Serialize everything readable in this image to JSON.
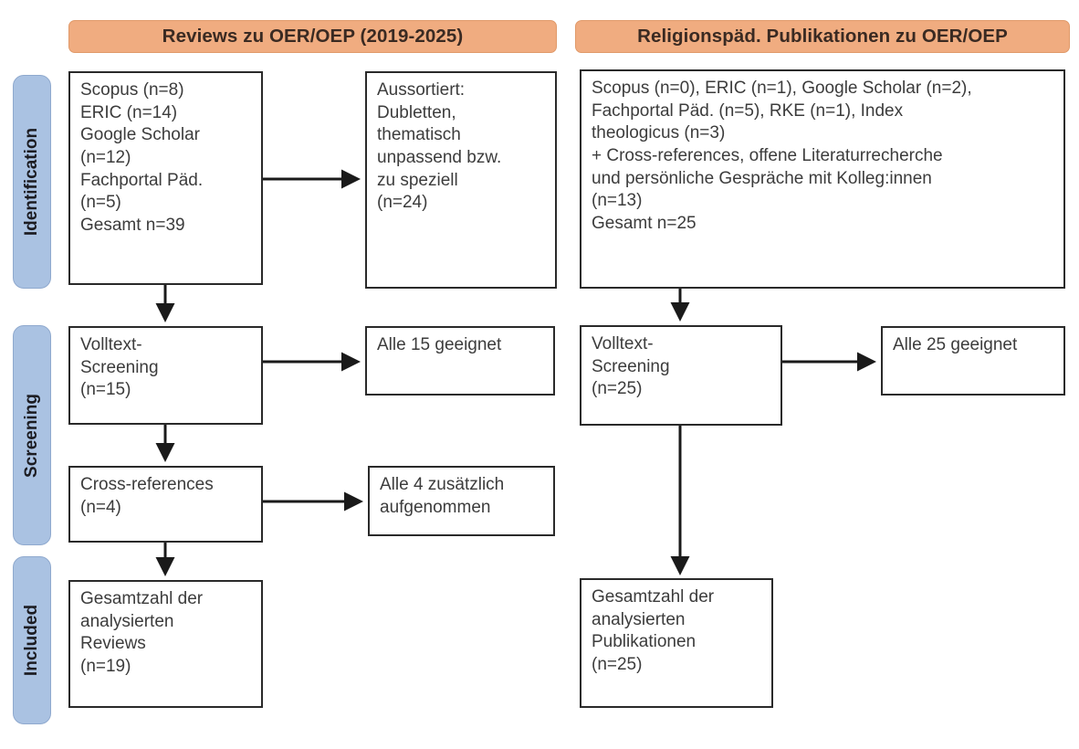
{
  "columns": {
    "left_header": "Reviews zu OER/OEP (2019-2025)",
    "right_header": "Religionspäd. Publikationen zu OER/OEP"
  },
  "stages": [
    {
      "key": "identification",
      "label": "Identification"
    },
    {
      "key": "screening",
      "label": "Screening"
    },
    {
      "key": "included",
      "label": "Included"
    }
  ],
  "boxes": {
    "sources_left": "Scopus (n=8)\nERIC (n=14)\nGoogle Scholar\n(n=12)\nFachportal Päd.\n(n=5)\nGesamt n=39",
    "excluded_left": "Aussortiert:\nDubletten,\nthematisch\nunpassend bzw.\nzu speziell\n(n=24)",
    "sources_right": "Scopus (n=0), ERIC (n=1), Google Scholar (n=2),\nFachportal Päd. (n=5), RKE (n=1), Index\ntheologicus (n=3)\n+ Cross-references, offene Literaturrecherche\nund persönliche Gespräche mit Kolleg:innen\n(n=13)\nGesamt n=25",
    "fulltext_left": "Volltext-\nScreening\n(n=15)",
    "allsuitable_left": "Alle 15 geeignet",
    "fulltext_right": "Volltext-\nScreening\n(n=25)",
    "allsuitable_right": "Alle 25 geeignet",
    "crossrefs_left": "Cross-references\n(n=4)",
    "crossrefs_added_left": "Alle 4 zusätzlich\naufgenommen",
    "included_left": "Gesamtzahl der\nanalysierten\nReviews\n(n=19)",
    "included_right": "Gesamtzahl der\nanalysierten\nPublikationen\n(n=25)"
  },
  "counts": {
    "left_scopus": 8,
    "left_eric": 14,
    "left_google_scholar": 12,
    "left_fachportal": 5,
    "left_total_identified": 39,
    "left_excluded": 24,
    "left_fulltext_screened": 15,
    "left_all_suitable": 15,
    "left_crossrefs": 4,
    "left_crossrefs_added": 4,
    "left_included": 19,
    "right_scopus": 0,
    "right_eric": 1,
    "right_google_scholar": 2,
    "right_fachportal": 5,
    "right_rke": 1,
    "right_index_theologicus": 3,
    "right_other_sources": 13,
    "right_total_identified": 25,
    "right_fulltext_screened": 25,
    "right_all_suitable": 25,
    "right_included": 25
  },
  "colors": {
    "header_pill": "#F0AC80",
    "stage_label": "#AAC2E2",
    "box_border": "#2a2a2a",
    "text": "#3c3c3c",
    "background": "#ffffff"
  }
}
